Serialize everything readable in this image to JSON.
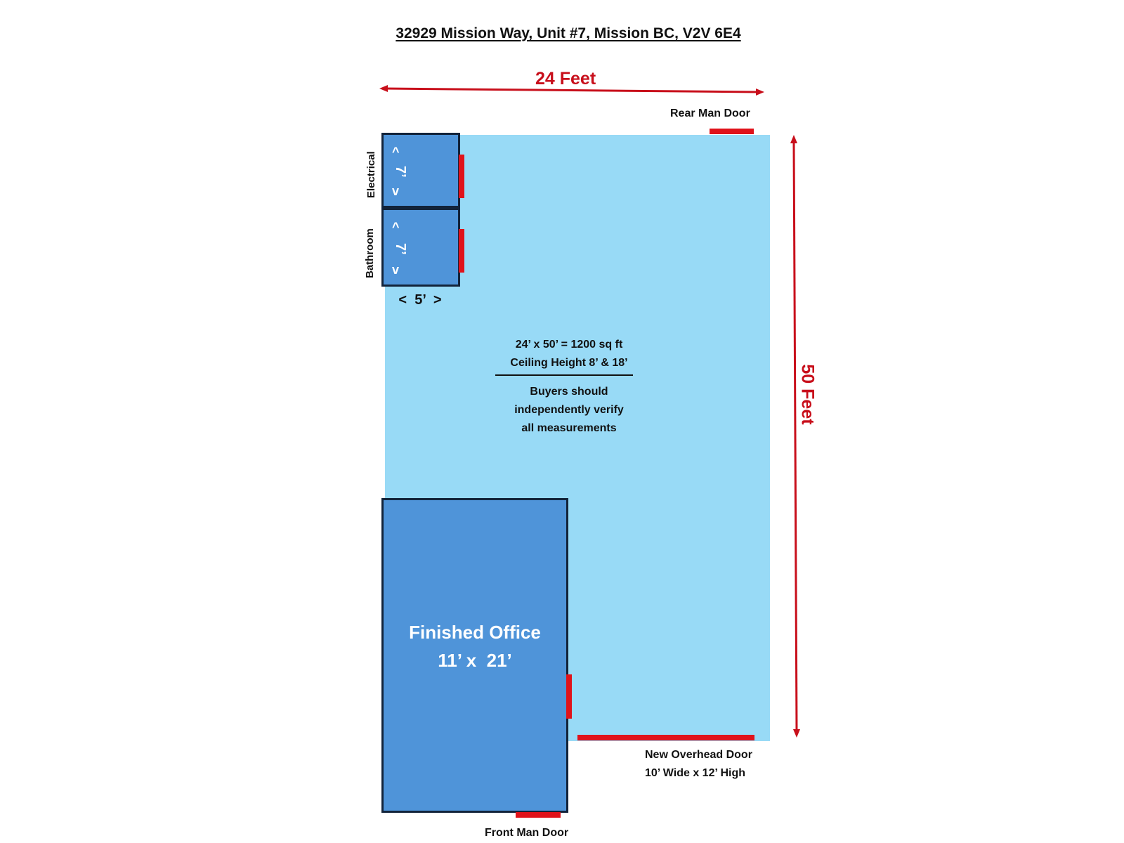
{
  "title": "32929 Mission Way, Unit #7, Mission BC, V2V 6E4",
  "dimensions": {
    "width_label": "24 Feet",
    "length_label": "50 Feet"
  },
  "doors": {
    "rear": "Rear Man Door",
    "overhead_line1": "New Overhead Door",
    "overhead_line2": "10’ Wide x 12’ High",
    "front": "Front Man Door"
  },
  "rooms": {
    "electrical": {
      "name": "Electrical",
      "length": "7’",
      "up": "^",
      "down": "v"
    },
    "bathroom": {
      "name": "Bathroom",
      "length": "7’",
      "up": "^",
      "down": "v"
    },
    "small_width": "<  5’  >",
    "office": {
      "name": "Finished Office",
      "size": "11’ x  21’"
    }
  },
  "notes": {
    "area": "24’ x 50’ = 1200 sq ft",
    "ceiling": "Ceiling Height 8’ & 18’",
    "disclaimer_1": "Buyers should",
    "disclaimer_2": "independently verify",
    "disclaimer_3": "all measurements"
  },
  "colors": {
    "floor": "#98daf6",
    "room": "#4f94d9",
    "door": "#e0121a",
    "dimension": "#c80f1b"
  }
}
